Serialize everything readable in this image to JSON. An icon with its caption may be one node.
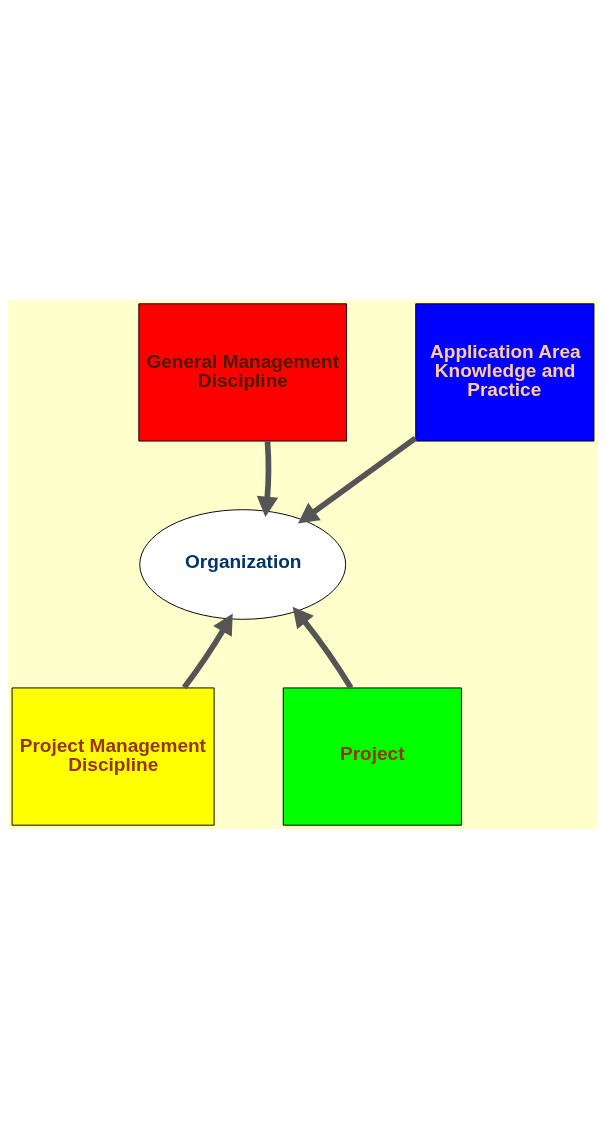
{
  "diagram": {
    "nodes": [
      {
        "text": [
          "General Management Discipline"
        ]
      },
      {
        "text": [
          "Application Area Knowledge and Practice"
        ]
      },
      {
        "text": [
          "Project Management Discipline"
        ]
      },
      {
        "text": [
          "Project"
        ]
      },
      {
        "text": [
          "Organization"
        ]
      }
    ],
    "edges": [
      {
        "from": 0,
        "to": 4,
        "arrow": "to"
      },
      {
        "from": 1,
        "to": 4,
        "arrow": "to"
      },
      {
        "from": 2,
        "to": 4,
        "arrow": "to"
      },
      {
        "from": 3,
        "to": 4,
        "arrow": "to"
      }
    ]
  }
}
